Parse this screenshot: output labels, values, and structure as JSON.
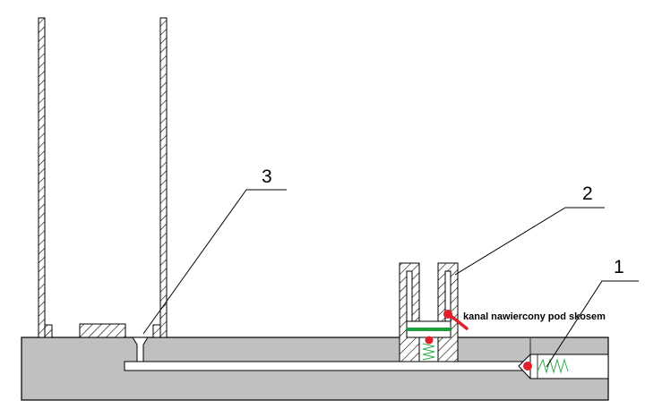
{
  "labels": {
    "one": "1",
    "two": "2",
    "three": "3",
    "channel_note": "kanal nawiercony pod skosem"
  },
  "colors": {
    "body_fill": "#c0c0c0",
    "hatch": "#000000",
    "seal_green": "#1e9e3a",
    "spring_green": "#2fae4a",
    "marker_red": "#e0202a"
  }
}
